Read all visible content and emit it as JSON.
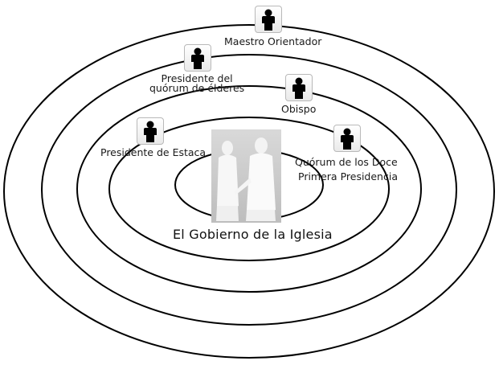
{
  "diagram": {
    "title": "El Gobierno de la Iglesia",
    "figure_icon": "person-icon",
    "photo": "two-men-in-white-photo",
    "roles": [
      {
        "label": "Maestro Orientador"
      },
      {
        "label": "Presidente del\nquórum de élderes"
      },
      {
        "label": "Obispo"
      },
      {
        "label": "Presidente de Estaca"
      },
      {
        "label": "Quórum de los Doce"
      },
      {
        "label": "Primera Presidencia"
      }
    ]
  }
}
